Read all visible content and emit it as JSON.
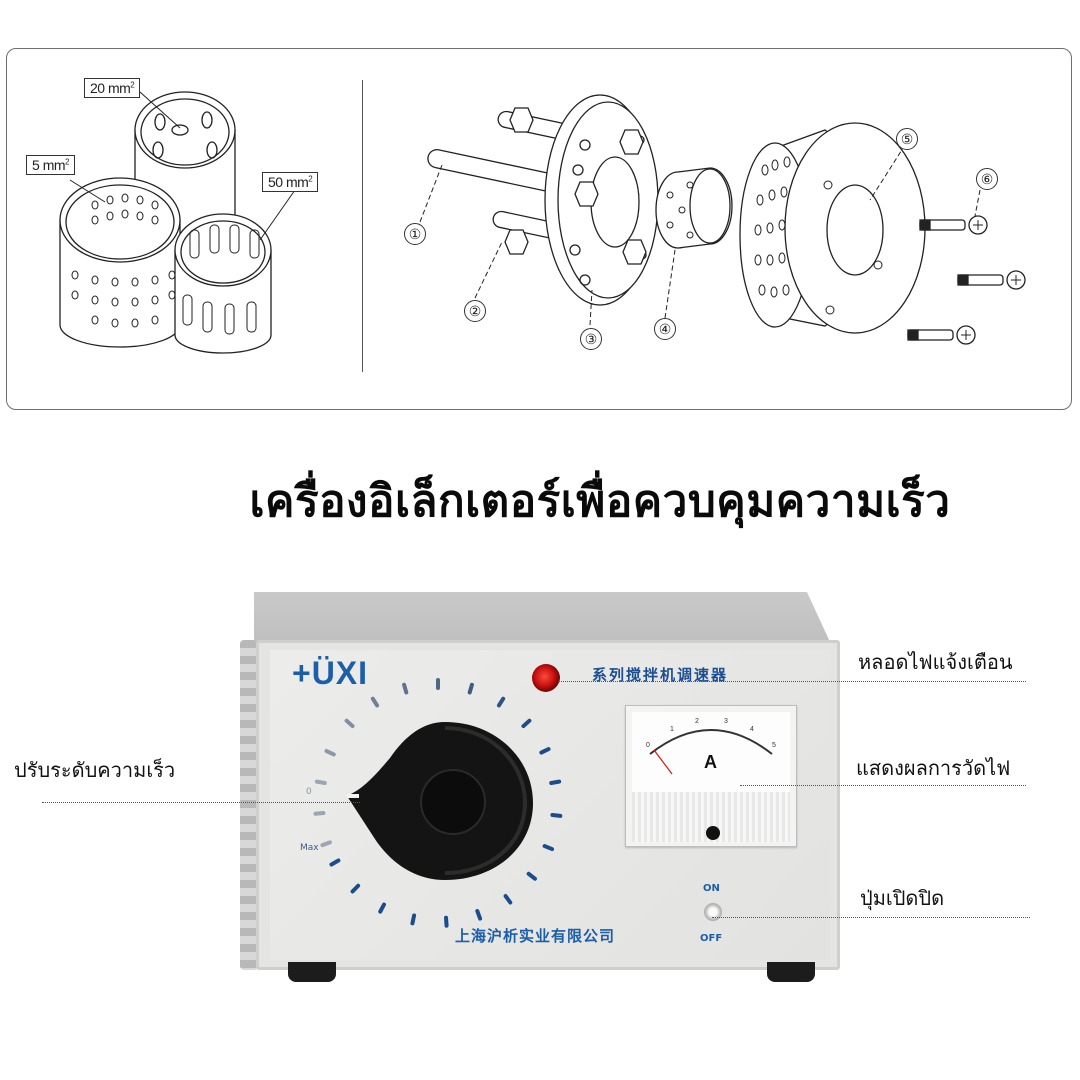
{
  "diagram": {
    "paddle_labels": [
      {
        "value": "20",
        "unit": "mm",
        "exp": "2"
      },
      {
        "value": "5",
        "unit": "mm",
        "exp": "2"
      },
      {
        "value": "50",
        "unit": "mm",
        "exp": "2"
      }
    ],
    "part_numbers": [
      "①",
      "②",
      "③",
      "④",
      "⑤",
      "⑥"
    ]
  },
  "title": "เครื่องอิเล็กเตอร์เพื่อควบคุมความเร็ว",
  "device": {
    "brand": "+ÜXI",
    "series_label": "系列搅拌机调速器",
    "company_label": "上海沪析实业有限公司",
    "dial_max_label": "Max",
    "dial_min_label": "0",
    "ammeter": {
      "unit": "A",
      "scale": [
        "0",
        "1",
        "2",
        "3",
        "4",
        "5"
      ]
    },
    "switch_on_label": "ON",
    "switch_off_label": "OFF"
  },
  "callouts": {
    "indicator_lamp": "หลอดไฟแจ้งเตือน",
    "speed_adjust": "ปรับระดับความเร็ว",
    "ammeter_display": "แสดงผลการวัดไฟ",
    "power_switch": "ปุ่มเปิดปิด"
  },
  "colors": {
    "brand_blue": "#1c5ea8",
    "lamp_red": "#c40f0f",
    "knob_black": "#111111"
  }
}
